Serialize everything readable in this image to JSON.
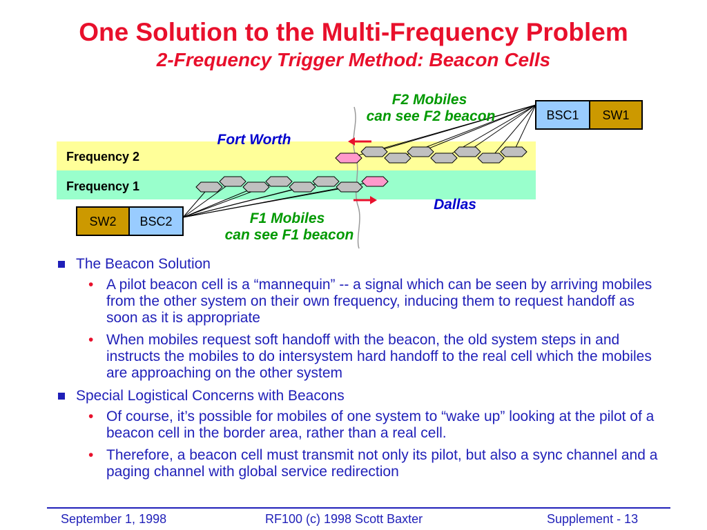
{
  "title": "One Solution to the Multi-Frequency Problem",
  "subtitle": "2-Frequency Trigger Method:  Beacon Cells",
  "diagram": {
    "f2_mobiles_line1": "F2 Mobiles",
    "f2_mobiles_line2": "can see F2 beacon",
    "f1_mobiles_line1": "F1 Mobiles",
    "f1_mobiles_line2": "can see F1 beacon",
    "fort_worth": "Fort Worth",
    "dallas": "Dallas",
    "frequency2": "Frequency 2",
    "frequency1": "Frequency 1",
    "bsc1": "BSC1",
    "sw1": "SW1",
    "sw2": "SW2",
    "bsc2": "BSC2",
    "colors": {
      "freq2_band": "#ffff99",
      "freq1_band": "#99ffcc",
      "bsc_box": "#99ccff",
      "sw_box": "#cc9900",
      "cell": "#c0c0c0",
      "beacon_cell": "#ff99cc",
      "label_green": "#009900",
      "label_blue": "#0000cc",
      "arrow_red": "#e8102c"
    }
  },
  "bullets": [
    {
      "text": "The Beacon Solution",
      "children": [
        "A pilot beacon cell is a “mannequin” -- a signal which can be seen by arriving mobiles from the other system on their own frequency, inducing them to request handoff as soon as it is appropriate",
        "When mobiles request soft handoff with the beacon, the old system steps in and instructs the mobiles to do intersystem hard handoff to the real cell which the mobiles are approaching on the other system"
      ]
    },
    {
      "text": "Special Logistical Concerns with Beacons",
      "children": [
        "Of course, it’s possible for mobiles of one system to “wake up” looking at the pilot of a beacon cell in the border area, rather than a real cell.",
        "Therefore, a beacon cell must transmit not only its pilot, but also a sync channel and a paging channel with global service redirection"
      ]
    }
  ],
  "footer": {
    "left": "September 1, 1998",
    "center": "RF100 (c) 1998 Scott Baxter",
    "right": "Supplement - 13"
  }
}
